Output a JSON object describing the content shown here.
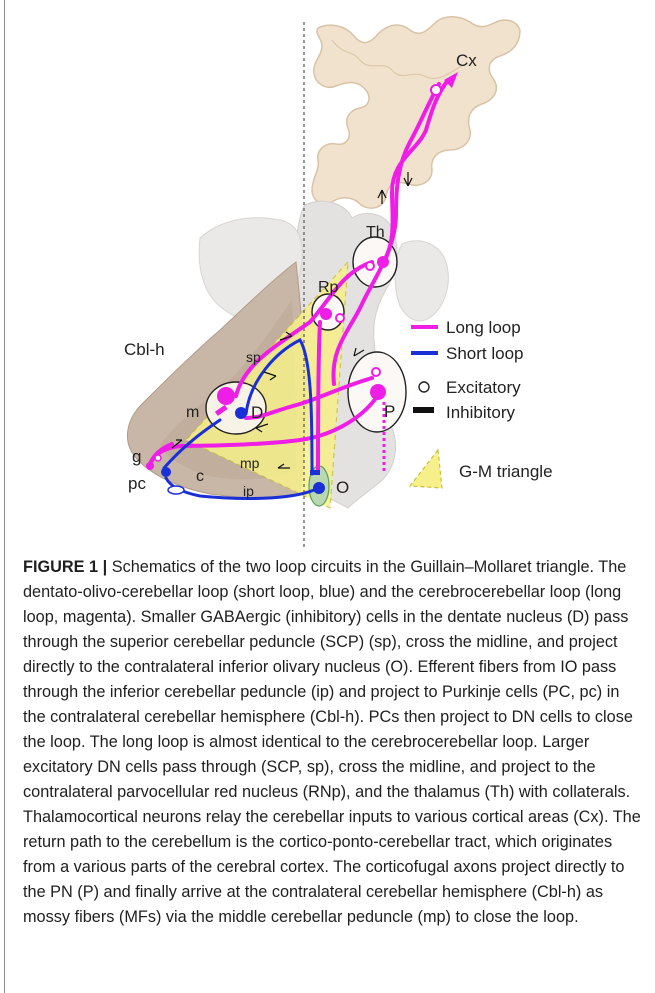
{
  "figure": {
    "labels": {
      "cx": "Cx",
      "th": "Th",
      "rp": "Rp",
      "cbl_h": "Cbl-h",
      "sp": "sp",
      "m": "m",
      "d": "D",
      "p": "P",
      "g": "g",
      "pc": "pc",
      "c": "c",
      "mp": "mp",
      "ip": "ip",
      "o": "O"
    },
    "legend": {
      "long_loop": "Long loop",
      "short_loop": "Short loop",
      "excitatory": "Excitatory",
      "inhibitory": "Inhibitory",
      "triangle": "G-M triangle"
    },
    "colors": {
      "long_loop": "#ee1ee6",
      "short_loop": "#1a2fd6",
      "triangle": "#f7f08a",
      "cerebellum": "#c8b6a6",
      "cortex": "#f1e2cd",
      "brainstem": "#e4e2e0"
    }
  },
  "caption": {
    "label": "FIGURE 1 |",
    "text": "Schematics of the two loop circuits in the Guillain–Mollaret triangle. The dentato-olivo-cerebellar loop (short loop, blue) and the cerebrocerebellar loop (long loop, magenta). Smaller GABAergic (inhibitory) cells in the dentate nucleus (D) pass through the superior cerebellar peduncle (SCP) (sp), cross the midline, and project directly to the contralateral inferior olivary nucleus (O). Efferent fibers from IO pass through the inferior cerebellar peduncle (ip) and project to Purkinje cells (PC, pc) in the contralateral cerebellar hemisphere (Cbl-h). PCs then project to DN cells to close the loop. The long loop is almost identical to the cerebrocerebellar loop. Larger excitatory DN cells pass through (SCP, sp), cross the midline, and project to the contralateral parvocellular red nucleus (RNp), and the thalamus (Th) with collaterals. Thalamocortical neurons relay the cerebellar inputs to various cortical areas (Cx). The return path to the cerebellum is the cortico-ponto-cerebellar tract, which originates from a various parts of the cerebral cortex. The corticofugal axons project directly to the PN (P) and finally arrive at the contralateral cerebellar hemisphere (Cbl-h) as mossy fibers (MFs) via the middle cerebellar peduncle (mp) to close the loop."
  }
}
